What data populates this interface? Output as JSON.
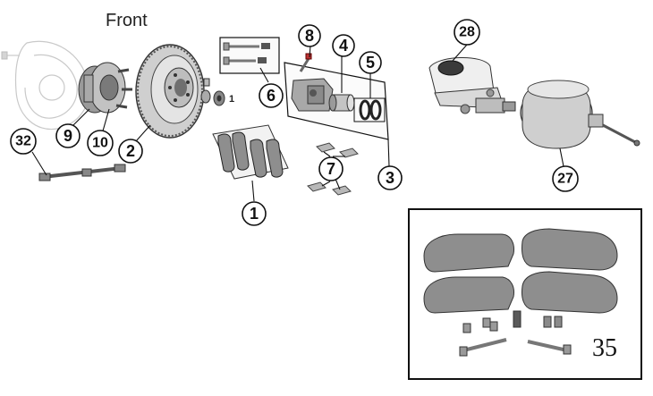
{
  "title": "Front",
  "callouts": {
    "c1": "1",
    "c2": "2",
    "c3": "3",
    "c4": "4",
    "c5": "5",
    "c6": "6",
    "c7": "7",
    "c8": "8",
    "c9": "9",
    "c10": "10",
    "c27": "27",
    "c28": "28",
    "c32": "32",
    "small1": "1"
  },
  "inset_label": "35",
  "colors": {
    "pad": "#8e8e8e",
    "metal": "#b5b5b5",
    "outline": "#111111"
  }
}
